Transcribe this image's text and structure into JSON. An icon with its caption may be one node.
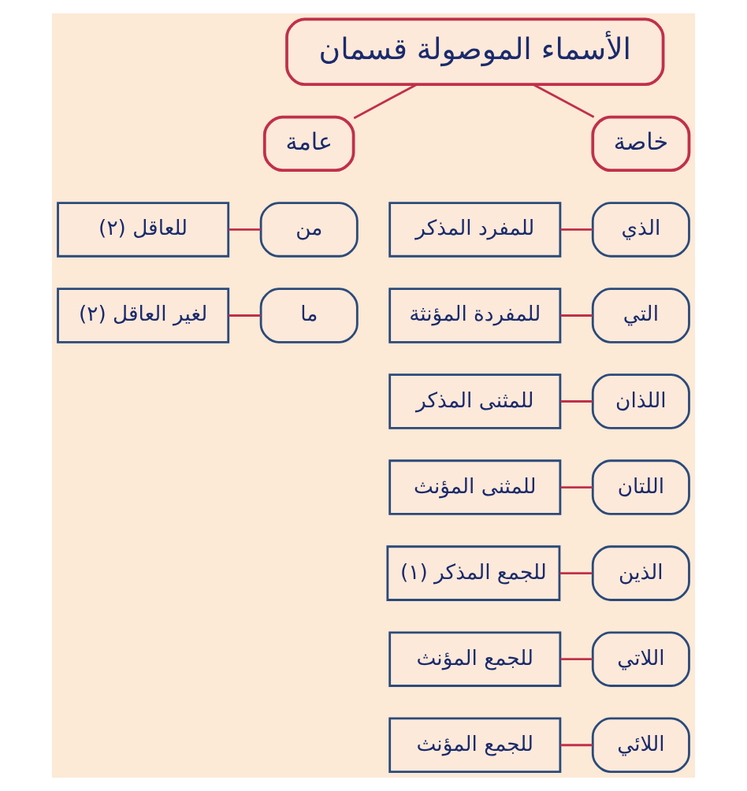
{
  "diagram": {
    "nodes": [
      {
        "text": [
          "الأسماء الموصولة قسمان"
        ]
      },
      {
        "text": [
          "خاصة"
        ]
      },
      {
        "text": [
          "عامة"
        ]
      },
      {
        "text": [
          "الذي"
        ]
      },
      {
        "text": [
          "للمفرد المذكر"
        ]
      },
      {
        "text": [
          "التي"
        ]
      },
      {
        "text": [
          "للمفردة المؤنثة"
        ]
      },
      {
        "text": [
          "اللذان"
        ]
      },
      {
        "text": [
          "للمثنى المذكر"
        ]
      },
      {
        "text": [
          "اللتان"
        ]
      },
      {
        "text": [
          "للمثنى المؤنث"
        ]
      },
      {
        "text": [
          "الذين"
        ]
      },
      {
        "text": [
          "للجمع المذكر (١)"
        ]
      },
      {
        "text": [
          "اللاتي"
        ]
      },
      {
        "text": [
          "للجمع المؤنث"
        ]
      },
      {
        "text": [
          "اللائي"
        ]
      },
      {
        "text": [
          "للجمع المؤنث"
        ]
      },
      {
        "text": [
          "من"
        ]
      },
      {
        "text": [
          "للعاقل (٢)"
        ]
      },
      {
        "text": [
          "ما"
        ]
      },
      {
        "text": [
          "لغير العاقل (٢)"
        ]
      }
    ],
    "edges": [
      {
        "from": 0,
        "to": 1,
        "arrow": "none"
      },
      {
        "from": 0,
        "to": 2,
        "arrow": "none"
      },
      {
        "from": 4,
        "to": 3,
        "arrow": "none"
      },
      {
        "from": 6,
        "to": 5,
        "arrow": "none"
      },
      {
        "from": 8,
        "to": 7,
        "arrow": "none"
      },
      {
        "from": 10,
        "to": 9,
        "arrow": "none"
      },
      {
        "from": 12,
        "to": 11,
        "arrow": "none"
      },
      {
        "from": 14,
        "to": 13,
        "arrow": "none"
      },
      {
        "from": 16,
        "to": 15,
        "arrow": "none"
      },
      {
        "from": 18,
        "to": 17,
        "arrow": "none"
      },
      {
        "from": 20,
        "to": 19,
        "arrow": "none"
      }
    ]
  }
}
